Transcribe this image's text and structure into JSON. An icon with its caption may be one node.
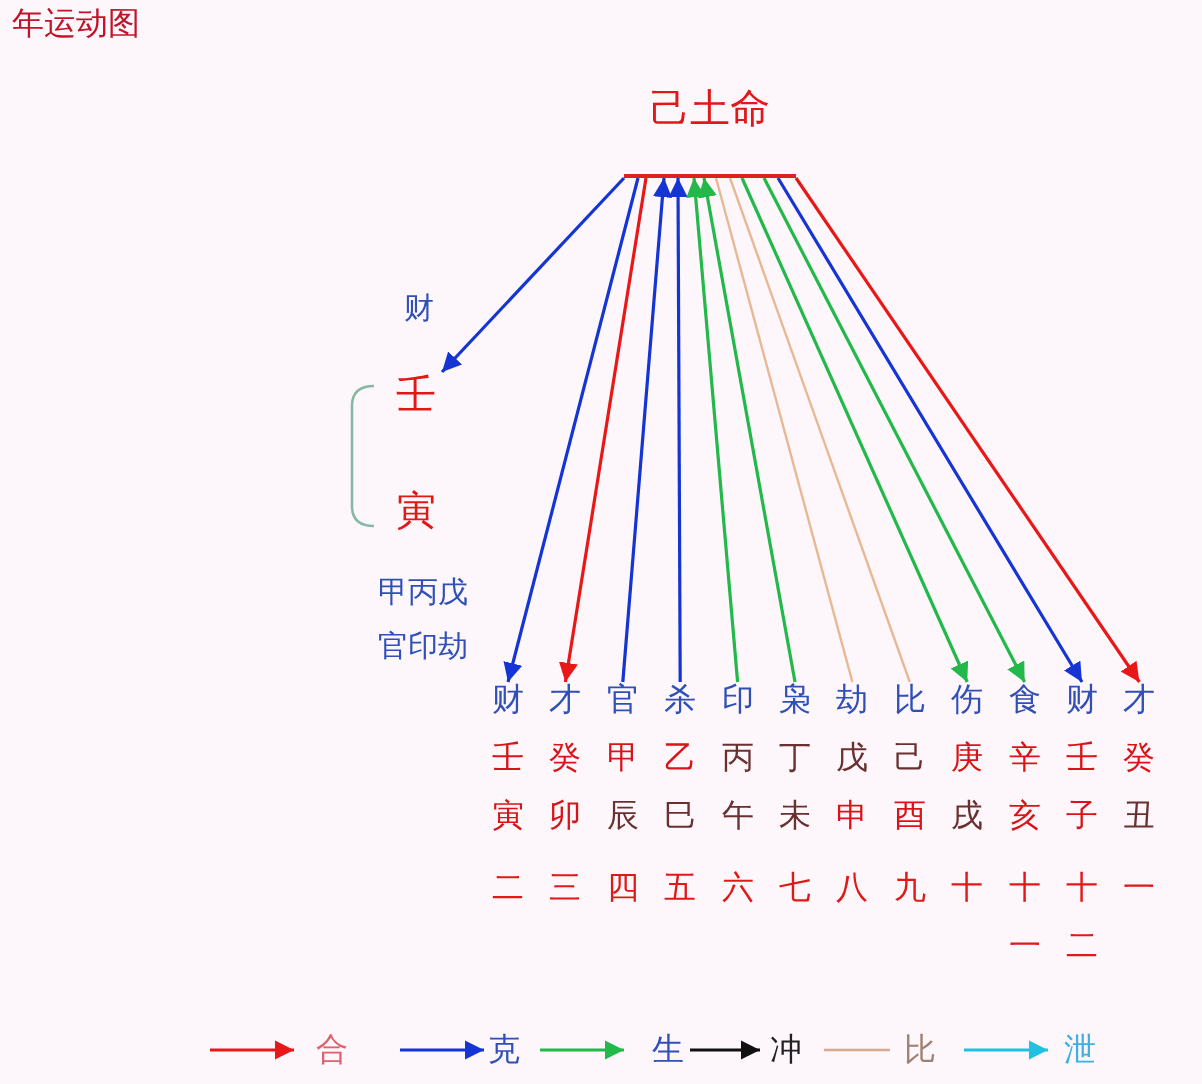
{
  "diagram": {
    "title": "年运动图",
    "nodes": [
      {
        "text": [
          "己土命"
        ]
      },
      {
        "text": [
          "壬"
        ],
        "beside": [
          "财"
        ]
      },
      {
        "text": [
          "寅"
        ],
        "beside": [
          "甲丙戊",
          "官印劫"
        ]
      },
      {
        "text": [
          "财",
          "壬",
          "寅",
          "二"
        ]
      },
      {
        "text": [
          "才",
          "癸",
          "卯",
          "三"
        ]
      },
      {
        "text": [
          "官",
          "甲",
          "辰",
          "四"
        ]
      },
      {
        "text": [
          "杀",
          "乙",
          "巳",
          "五"
        ]
      },
      {
        "text": [
          "印",
          "丙",
          "午",
          "六"
        ]
      },
      {
        "text": [
          "枭",
          "丁",
          "未",
          "七"
        ]
      },
      {
        "text": [
          "劫",
          "戊",
          "申",
          "八"
        ]
      },
      {
        "text": [
          "比",
          "己",
          "酉",
          "九"
        ]
      },
      {
        "text": [
          "伤",
          "庚",
          "戌",
          "十"
        ]
      },
      {
        "text": [
          "食",
          "辛",
          "亥",
          "十一"
        ]
      },
      {
        "text": [
          "财",
          "壬",
          "子",
          "十二"
        ]
      },
      {
        "text": [
          "才",
          "癸",
          "丑",
          "一"
        ]
      }
    ],
    "edges": [
      {
        "from": 0,
        "to": 1,
        "arrow": "to"
      },
      {
        "from": 0,
        "to": 3,
        "arrow": "to"
      },
      {
        "from": 0,
        "to": 4,
        "arrow": "to",
        "color": "#e81818"
      },
      {
        "from": 5,
        "to": 0,
        "arrow": "to"
      },
      {
        "from": 6,
        "to": 0,
        "arrow": "to"
      },
      {
        "from": 7,
        "to": 0,
        "arrow": "to",
        "color": "#22b84a"
      },
      {
        "from": 8,
        "to": 0,
        "arrow": "to",
        "color": "#22b84a"
      },
      {
        "from": 9,
        "to": 0,
        "arrow": "none",
        "color": "#e8b894"
      },
      {
        "from": 10,
        "to": 0,
        "arrow": "none",
        "color": "#e8b894"
      },
      {
        "from": 0,
        "to": 11,
        "arrow": "to",
        "color": "#22b84a"
      },
      {
        "from": 0,
        "to": 12,
        "arrow": "to",
        "color": "#22b84a"
      },
      {
        "from": 0,
        "to": 13,
        "arrow": "to"
      },
      {
        "from": 0,
        "to": 14,
        "arrow": "to",
        "color": "#e81818"
      }
    ],
    "legend": [
      {
        "text": "合"
      },
      {
        "text": "克"
      },
      {
        "text": "生"
      },
      {
        "text": "冲"
      },
      {
        "text": "比"
      },
      {
        "text": "泄"
      }
    ]
  }
}
